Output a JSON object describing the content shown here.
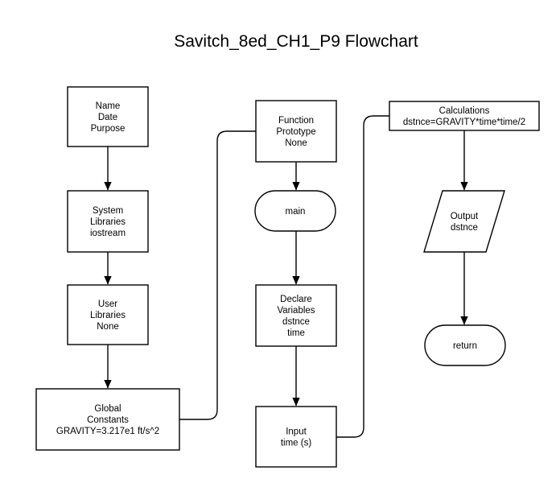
{
  "title": "Savitch_8ed_CH1_P9 Flowchart",
  "nodes": {
    "name_date_purpose": {
      "shape": "process",
      "lines": [
        "Name",
        "Date",
        "Purpose"
      ]
    },
    "system_libraries": {
      "shape": "process",
      "lines": [
        "System",
        "Libraries",
        "iostream"
      ]
    },
    "user_libraries": {
      "shape": "process",
      "lines": [
        "User",
        "Libraries",
        "None"
      ]
    },
    "global_constants": {
      "shape": "process",
      "lines": [
        "Global",
        "Constants",
        "GRAVITY=3.217e1 ft/s^2"
      ]
    },
    "function_prototype": {
      "shape": "process",
      "lines": [
        "Function",
        "Prototype",
        "None"
      ]
    },
    "main": {
      "shape": "terminator",
      "lines": [
        "main"
      ]
    },
    "declare_variables": {
      "shape": "process",
      "lines": [
        "Declare",
        "Variables",
        "dstnce",
        "time"
      ]
    },
    "input": {
      "shape": "process",
      "lines": [
        "Input",
        "time (s)"
      ]
    },
    "calculations": {
      "shape": "process",
      "lines": [
        "Calculations",
        "dstnce=GRAVITY*time*time/2"
      ]
    },
    "output": {
      "shape": "io",
      "lines": [
        "Output",
        "dstnce"
      ]
    },
    "return": {
      "shape": "terminator",
      "lines": [
        "return"
      ]
    }
  },
  "edges": [
    {
      "from": "name_date_purpose",
      "to": "system_libraries",
      "arrow": true
    },
    {
      "from": "system_libraries",
      "to": "user_libraries",
      "arrow": true
    },
    {
      "from": "user_libraries",
      "to": "global_constants",
      "arrow": true
    },
    {
      "from": "global_constants",
      "to": "function_prototype",
      "arrow": false
    },
    {
      "from": "function_prototype",
      "to": "main",
      "arrow": true
    },
    {
      "from": "main",
      "to": "declare_variables",
      "arrow": true
    },
    {
      "from": "declare_variables",
      "to": "input",
      "arrow": true
    },
    {
      "from": "input",
      "to": "calculations",
      "arrow": false
    },
    {
      "from": "calculations",
      "to": "output",
      "arrow": true
    },
    {
      "from": "output",
      "to": "return",
      "arrow": true
    }
  ]
}
